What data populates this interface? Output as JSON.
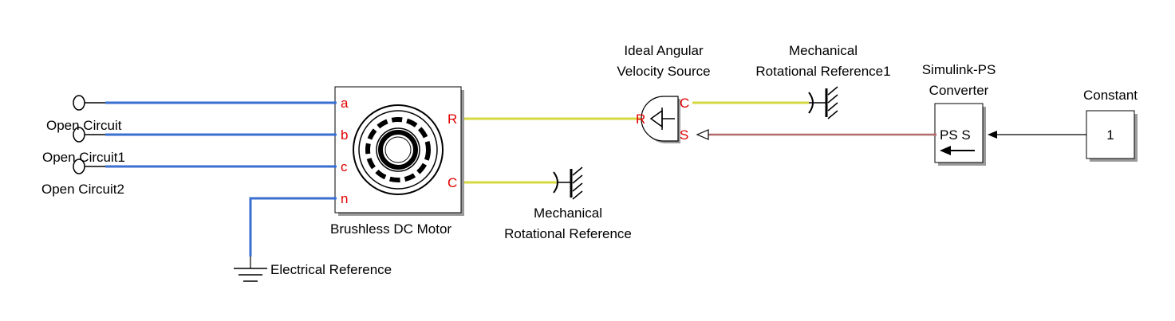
{
  "diagram": {
    "colors": {
      "electrical_line": "#3a6fd0",
      "mechanical_line": "#d6d840",
      "signal_line": "#b06b6b",
      "port_label": "#e00000",
      "text": "#000000"
    },
    "blocks": {
      "open_circuit": "Open Circuit",
      "open_circuit1": "Open Circuit1",
      "open_circuit2": "Open Circuit2",
      "motor": "Brushless DC Motor",
      "electrical_reference": "Electrical Reference",
      "mech_ref_line1": "Mechanical",
      "mech_ref_line2": "Rotational Reference",
      "ideal_source_line1": "Ideal Angular",
      "ideal_source_line2": "Velocity Source",
      "mech_ref1_line1": "Mechanical",
      "mech_ref1_line2": "Rotational Reference1",
      "converter_line1": "Simulink-PS",
      "converter_line2": "Converter",
      "converter_ports": "PS S",
      "constant": "Constant",
      "constant_value": "1"
    },
    "ports": {
      "motor_a": "a",
      "motor_b": "b",
      "motor_c": "c",
      "motor_n": "n",
      "motor_R": "R",
      "motor_C": "C",
      "source_R": "R",
      "source_C": "C",
      "source_S": "S"
    }
  }
}
